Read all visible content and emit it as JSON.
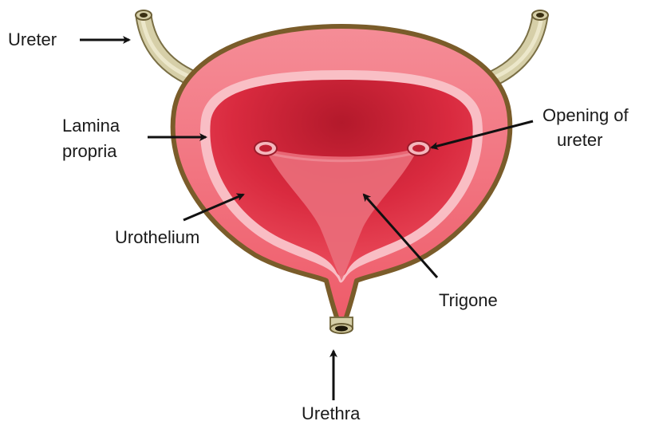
{
  "labels": {
    "ureter": "Ureter",
    "lamina_propria_line1": "Lamina",
    "lamina_propria_line2": "propria",
    "opening_line1": "Opening of",
    "opening_line2": "ureter",
    "urothelium": "Urothelium",
    "trigone": "Trigone",
    "urethra": "Urethra"
  },
  "colors": {
    "outer_wall": "#ef6470",
    "wall_outline": "#7a5c2a",
    "inner_lining": "#f7b6bd",
    "cavity": "#d92a3f",
    "cavity_dark": "#b3192b",
    "trigone": "#ea6c79",
    "tube": "#d6cfa8",
    "arrow": "#111111"
  }
}
